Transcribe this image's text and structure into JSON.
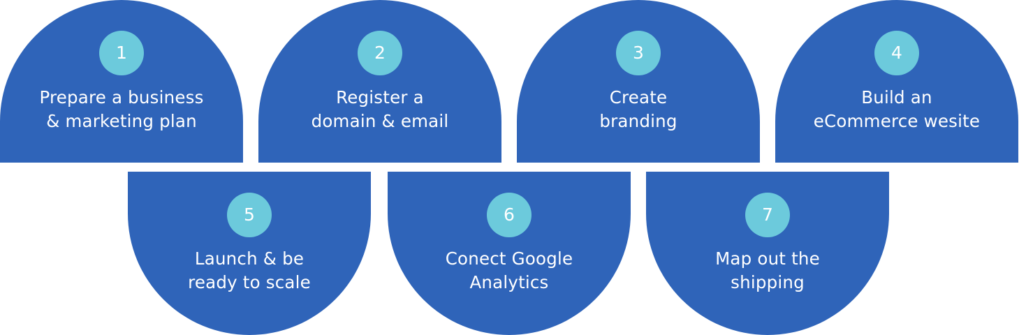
{
  "colors": {
    "card": "#2f64b9",
    "badge": "#6ccadc",
    "text": "#ffffff"
  },
  "steps": [
    {
      "number": "1",
      "lines": [
        "Prepare a business",
        "& marketing plan"
      ]
    },
    {
      "number": "2",
      "lines": [
        "Register a",
        "domain & email"
      ]
    },
    {
      "number": "3",
      "lines": [
        "Create",
        "branding"
      ]
    },
    {
      "number": "4",
      "lines": [
        "Build an",
        "eCommerce wesite"
      ]
    },
    {
      "number": "5",
      "lines": [
        "Launch & be",
        "ready to scale"
      ]
    },
    {
      "number": "6",
      "lines": [
        "Conect Google",
        "Analytics"
      ]
    },
    {
      "number": "7",
      "lines": [
        "Map out the",
        "shipping"
      ]
    }
  ]
}
